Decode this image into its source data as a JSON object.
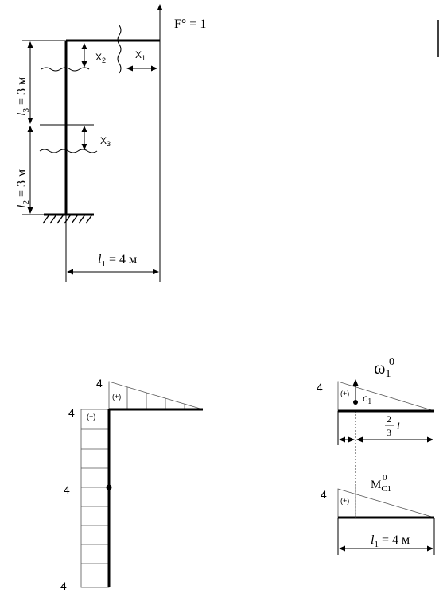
{
  "frame": {
    "load_label": "F° = 1",
    "x1": "X",
    "x1_sub": "1",
    "x2": "X",
    "x2_sub": "2",
    "x3": "X",
    "x3_sub": "3",
    "l3_label": "l",
    "l3_sub": "3",
    "l3_value": " = 3 м",
    "l2_label": "l",
    "l2_sub": "2",
    "l2_value": " = 3 м",
    "l1_label": "l",
    "l1_sub": "1",
    "l1_value": " = 4 м"
  },
  "moment_diagram": {
    "top_value": "4",
    "corner_value": "4",
    "mid_value": "4",
    "bottom_value": "4",
    "beam_sign": "(+)",
    "column_sign": "(+)"
  },
  "area_diagram": {
    "omega": "ω",
    "omega_sub": "1",
    "omega_sup": "0",
    "top_value": "4",
    "top_sign": "(+)",
    "centroid": "c",
    "centroid_sub": "1",
    "fraction_num": "2",
    "fraction_den": "3",
    "fraction_var": "l",
    "moment_label": "M",
    "moment_sub": "C1",
    "moment_sup": "0",
    "bottom_value": "4",
    "bottom_sign": "(+)",
    "l1_label": "l",
    "l1_sub": "1",
    "l1_value": " = 4 м"
  }
}
